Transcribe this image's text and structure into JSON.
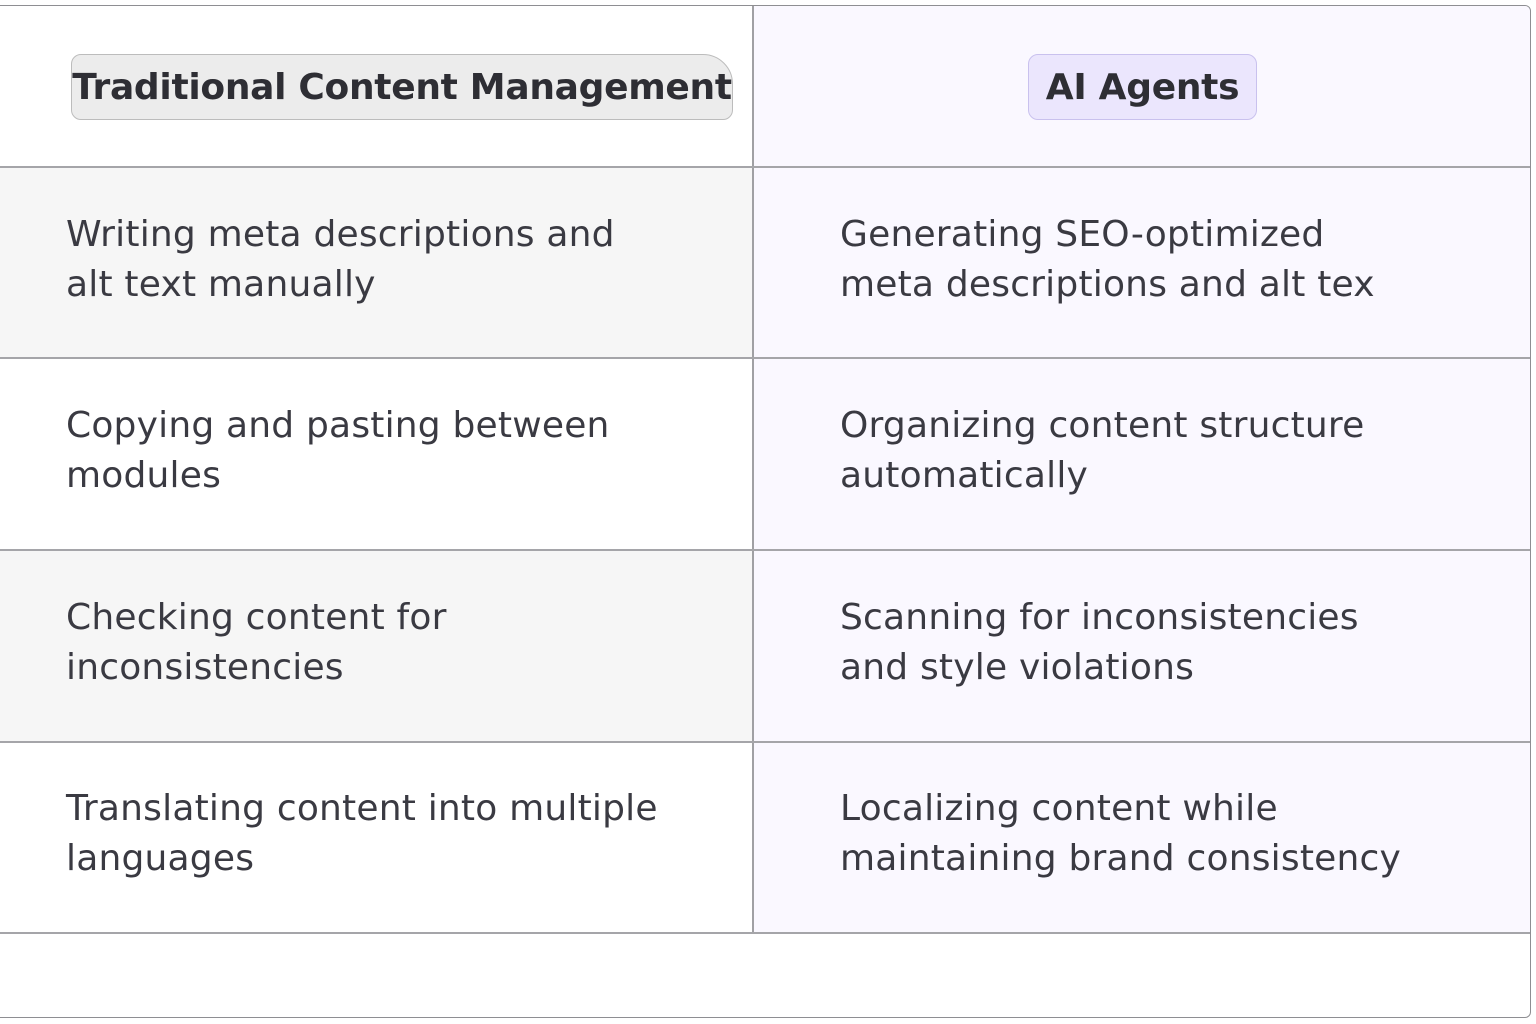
{
  "table": {
    "headers": {
      "left": "Traditional Content Management",
      "right": "AI Agents"
    },
    "rows": [
      {
        "left": [
          "Writing meta descriptions and",
          "alt text manually"
        ],
        "right": [
          "Generating SEO-optimized",
          "meta descriptions and alt tex"
        ]
      },
      {
        "left": [
          "Copying and pasting between",
          "modules"
        ],
        "right": [
          "Organizing content structure",
          "automatically"
        ]
      },
      {
        "left": [
          "Checking content for",
          "inconsistencies"
        ],
        "right": [
          "Scanning for inconsistencies",
          "and style violations"
        ]
      },
      {
        "left": [
          "Translating content into multiple",
          "languages"
        ],
        "right": [
          "Localizing content while",
          "maintaining brand consistency"
        ]
      }
    ]
  },
  "colors": {
    "header_left_bg": "#ececec",
    "header_right_bg": "#ebe6fd",
    "right_column_bg": "#faf8ff",
    "row_shade": "#f6f6f6",
    "text": "#3a3a42"
  }
}
